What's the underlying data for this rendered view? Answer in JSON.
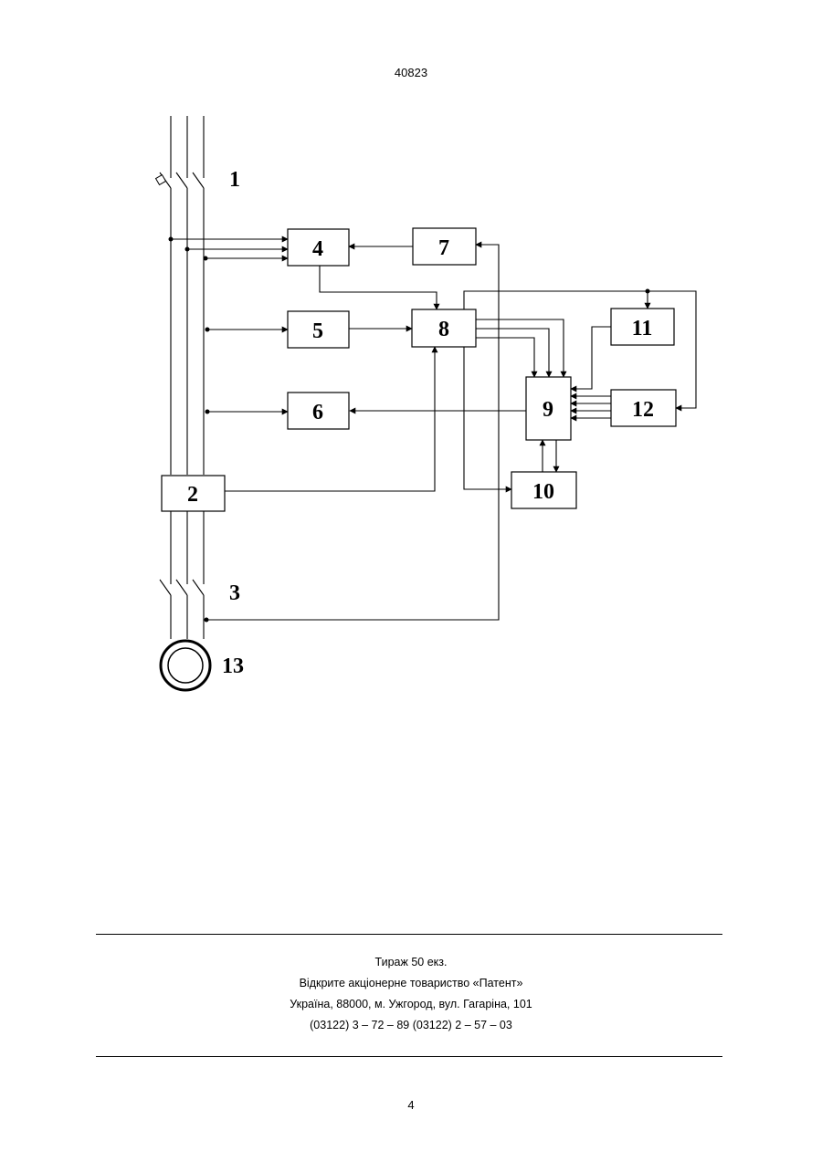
{
  "header": {
    "patent_number": "40823"
  },
  "diagram": {
    "blocks": [
      {
        "id": "1",
        "label": "1"
      },
      {
        "id": "2",
        "label": "2"
      },
      {
        "id": "3",
        "label": "3"
      },
      {
        "id": "4",
        "label": "4"
      },
      {
        "id": "5",
        "label": "5"
      },
      {
        "id": "6",
        "label": "6"
      },
      {
        "id": "7",
        "label": "7"
      },
      {
        "id": "8",
        "label": "8"
      },
      {
        "id": "9",
        "label": "9"
      },
      {
        "id": "10",
        "label": "10"
      },
      {
        "id": "11",
        "label": "11"
      },
      {
        "id": "12",
        "label": "12"
      },
      {
        "id": "13",
        "label": "13"
      }
    ]
  },
  "footer": {
    "lines": [
      "Тираж 50 екз.",
      "Відкрите акціонерне товариство «Патент»",
      "Україна, 88000, м. Ужгород, вул. Гагаріна, 101",
      "(03122) 3 – 72 – 89   (03122) 2 – 57 – 03"
    ]
  },
  "page": {
    "number": "4"
  }
}
